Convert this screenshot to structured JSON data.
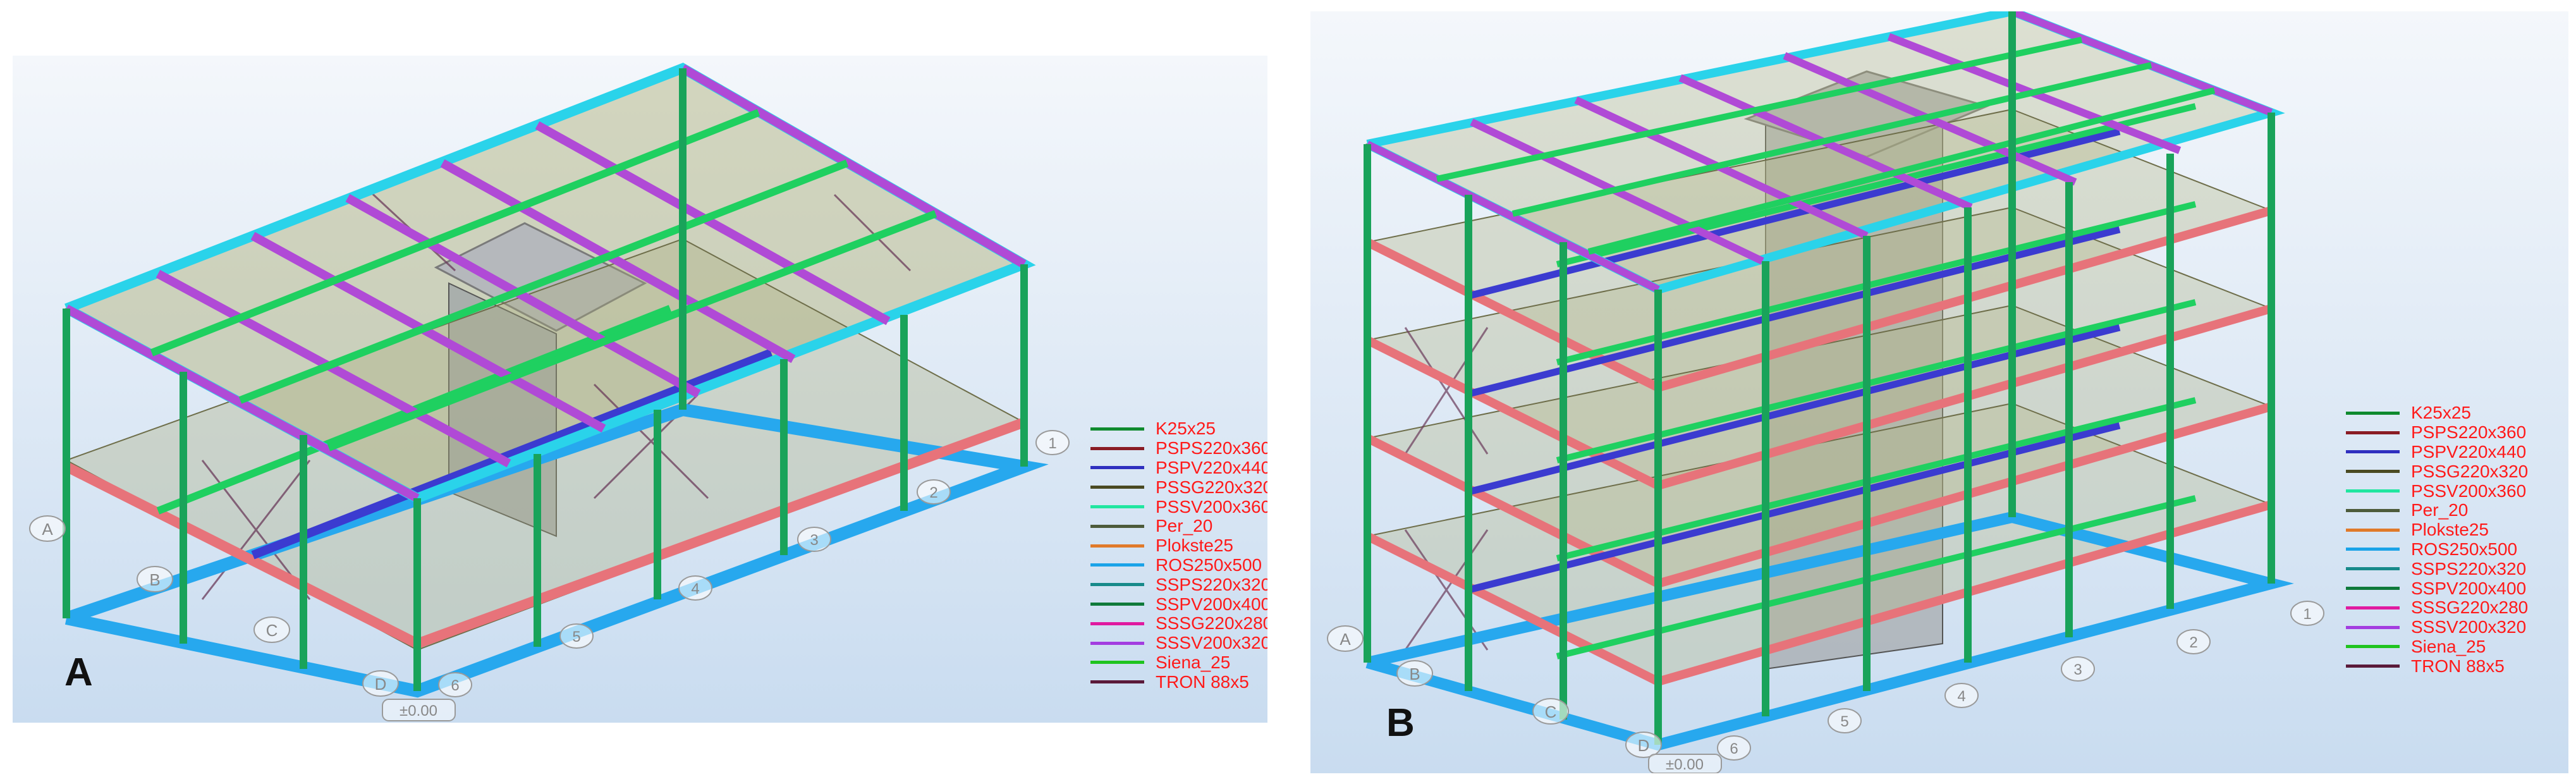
{
  "panels": [
    {
      "label": "A",
      "axis_letters": [
        "A",
        "B",
        "C",
        "D"
      ],
      "axis_numbers": [
        "1",
        "2",
        "3",
        "4",
        "5",
        "6"
      ],
      "elevation_label": "±0.00"
    },
    {
      "label": "B",
      "axis_letters": [
        "A",
        "B",
        "C",
        "D"
      ],
      "axis_numbers": [
        "1",
        "2",
        "3",
        "4",
        "5",
        "6"
      ],
      "elevation_label": "±0.00"
    }
  ],
  "legend": [
    {
      "label": "K25x25",
      "color": "#0f8a2e"
    },
    {
      "label": "PSPS220x360",
      "color": "#8a1c24"
    },
    {
      "label": "PSPV220x440",
      "color": "#2f2fbf"
    },
    {
      "label": "PSSG220x320",
      "color": "#4a4a22"
    },
    {
      "label": "PSSV200x360",
      "color": "#21e6a0"
    },
    {
      "label": "Per_20",
      "color": "#4d5b3a"
    },
    {
      "label": "Plokste25",
      "color": "#e07a2a"
    },
    {
      "label": "ROS250x500",
      "color": "#1aa3e8"
    },
    {
      "label": "SSPS220x320",
      "color": "#178a8a"
    },
    {
      "label": "SSPV200x400",
      "color": "#0f7a3a"
    },
    {
      "label": "SSSG220x280",
      "color": "#e01aa0"
    },
    {
      "label": "SSSV200x320",
      "color": "#a33de0"
    },
    {
      "label": "Siena_25",
      "color": "#1fc41f"
    },
    {
      "label": "TRON 88x5",
      "color": "#5a1a3a"
    }
  ]
}
